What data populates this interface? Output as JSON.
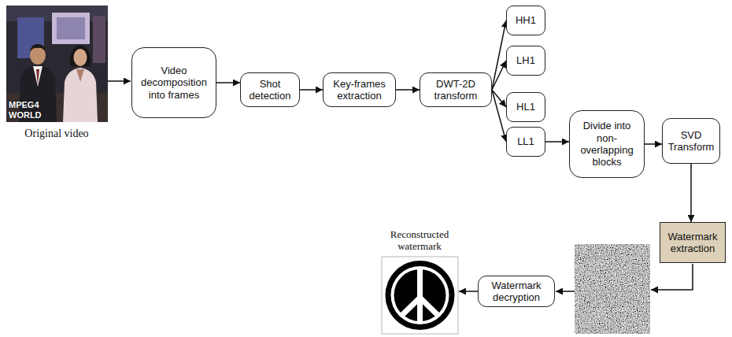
{
  "diagram": {
    "nodes": [
      {
        "text": [
          "Video decomposition into frames"
        ]
      },
      {
        "text": [
          "Shot detection"
        ]
      },
      {
        "text": [
          "Key-frames extraction"
        ]
      },
      {
        "text": [
          "DWT-2D transform"
        ]
      },
      {
        "text": [
          "HH1"
        ]
      },
      {
        "text": [
          "LH1"
        ]
      },
      {
        "text": [
          "HL1"
        ]
      },
      {
        "text": [
          "LL1"
        ]
      },
      {
        "text": [
          "Divide into non-overlapping blocks"
        ]
      },
      {
        "text": [
          "SVD Transform"
        ]
      },
      {
        "text": [
          "Watermark extraction"
        ]
      },
      {
        "text": [
          "Watermark decryption"
        ]
      }
    ],
    "edges": [
      {
        "from": 0,
        "to": 1,
        "arrow": "to"
      },
      {
        "from": 1,
        "to": 2,
        "arrow": "to"
      },
      {
        "from": 2,
        "to": 3,
        "arrow": "to"
      },
      {
        "from": 3,
        "to": 4,
        "arrow": "to"
      },
      {
        "from": 3,
        "to": 5,
        "arrow": "to"
      },
      {
        "from": 3,
        "to": 6,
        "arrow": "to"
      },
      {
        "from": 3,
        "to": 7,
        "arrow": "to"
      },
      {
        "from": 7,
        "to": 8,
        "arrow": "to"
      },
      {
        "from": 8,
        "to": 9,
        "arrow": "to"
      },
      {
        "from": 9,
        "to": 10,
        "arrow": "to"
      }
    ],
    "labels": [
      "MPEG4 WORLD",
      "Original video",
      "Reconstructed watermark"
    ]
  }
}
